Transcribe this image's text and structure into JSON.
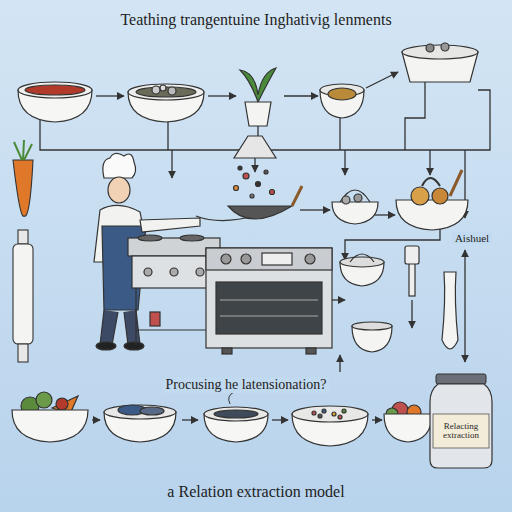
{
  "diagram": {
    "title": "Teathing trangentuine Inghativig lenments",
    "caption": "a Relation extraction model",
    "nodes": [
      {
        "text": [
          "Relacting extraction"
        ]
      }
    ],
    "edges": [],
    "labels": [
      "Aishuel",
      "Procusing he latensionation?"
    ]
  }
}
